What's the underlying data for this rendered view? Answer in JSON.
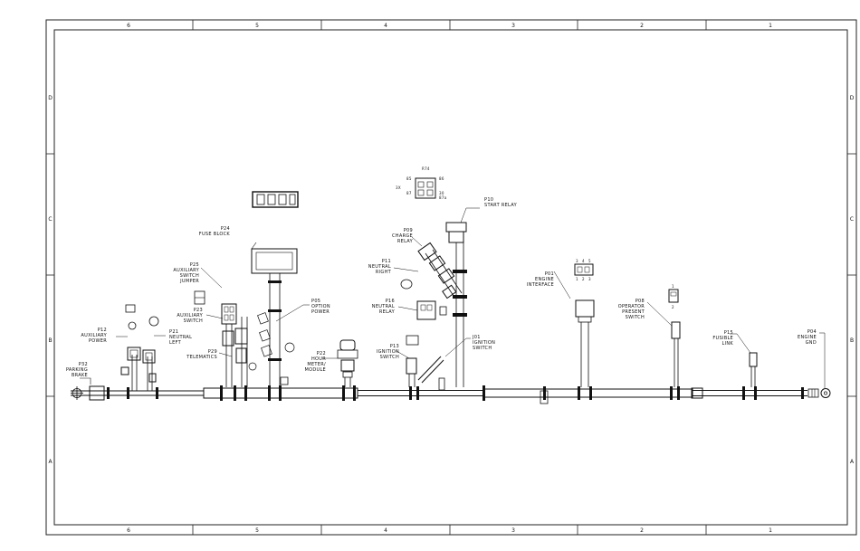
{
  "border": {
    "columns": [
      "6",
      "5",
      "4",
      "3",
      "2",
      "1"
    ],
    "rows": [
      "D",
      "C",
      "B",
      "A"
    ]
  },
  "labels": {
    "p32": [
      "P32",
      "PARKING",
      "BRAKE"
    ],
    "p12": [
      "P12",
      "AUXILIARY",
      "POWER"
    ],
    "p21": [
      "P21",
      "NEUTRAL",
      "LEFT"
    ],
    "p25": [
      "P25",
      "AUXILIARY",
      "SWITCH",
      "JUMPER"
    ],
    "p23": [
      "P23",
      "AUXILIARY",
      "SWITCH"
    ],
    "p29": [
      "P29",
      "TELEMATICS"
    ],
    "p24": [
      "P24",
      "FUSE BLOCK"
    ],
    "p05": [
      "P05",
      "OPTION",
      "POWER"
    ],
    "p22": [
      "P22",
      "HOUR",
      "METER/",
      "MODULE"
    ],
    "p11": [
      "P11",
      "NEUTRAL",
      "RIGHT"
    ],
    "p09": [
      "P09",
      "CHARGE",
      "RELAY"
    ],
    "p10": [
      "P10",
      "START RELAY"
    ],
    "p16": [
      "P16",
      "NEUTRAL",
      "RELAY"
    ],
    "p13": [
      "P13",
      "IGNITION",
      "SWITCH"
    ],
    "j01": [
      "J01",
      "IGNITION",
      "SWITCH"
    ],
    "p01": [
      "P01",
      "ENGINE",
      "INTERFACE"
    ],
    "p08": [
      "P08",
      "OPERATOR",
      "PRESENT",
      "SWITCH"
    ],
    "p15": [
      "P15",
      "FUSIBLE",
      "LINK"
    ],
    "p04": [
      "P04",
      "ENGINE",
      "GND"
    ]
  },
  "callouts": {
    "relay_ref": "R74",
    "relay_qty": "3X",
    "relay_pins": [
      "85",
      "86",
      "87",
      "30",
      "87a"
    ],
    "p01_pins_top": [
      "3",
      "4",
      "5"
    ],
    "p01_pins_bottom": [
      "1",
      "2",
      "3"
    ],
    "p08_pins": [
      "1",
      "2"
    ]
  }
}
